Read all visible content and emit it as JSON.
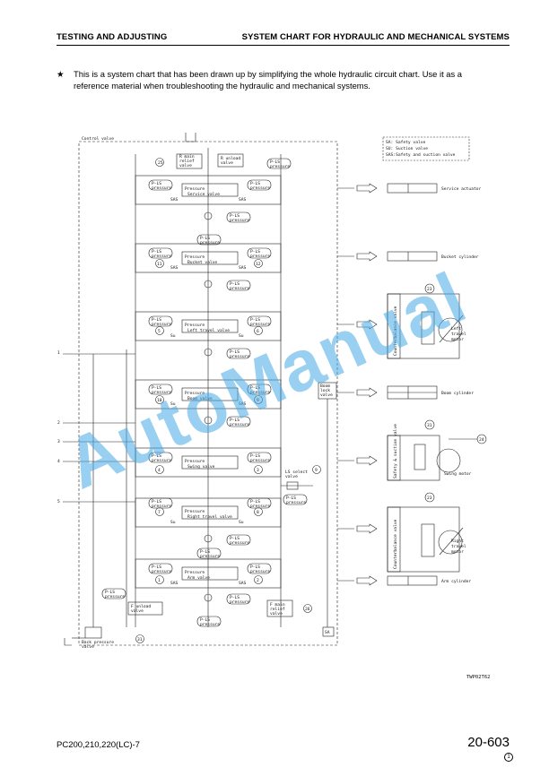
{
  "header": {
    "left": "TESTING AND ADJUSTING",
    "right": "SYSTEM CHART FOR HYDRAULIC AND MECHANICAL SYSTEMS"
  },
  "note": {
    "star": "★",
    "line1": "This is a system chart that has been drawn up by simplifying the whole hydraulic circuit chart. Use it as a",
    "line2": "reference material when troubleshooting the hydraulic and mechanical systems."
  },
  "chart": {
    "control_valve": "Control valve",
    "r_main_relief": [
      "R main",
      "relief",
      "valve"
    ],
    "r_unload": [
      "R unload",
      "valve"
    ],
    "f_main_relief": [
      "F main",
      "relief",
      "valve"
    ],
    "f_unload": [
      "F unload",
      "valve"
    ],
    "back_pressure": [
      "Back pressure",
      "valve"
    ],
    "ls_select": [
      "LS select",
      "valve"
    ],
    "boom_lock": [
      "Boom",
      "lock",
      "valve"
    ],
    "legend": [
      "SA: Safety valve",
      "SU: Suction valve",
      "SAS:Safety and suction valve"
    ],
    "sa": "SA",
    "su": "Su",
    "sas": "SAS",
    "p_ls": "P-LS",
    "pressure": "pressure",
    "pc_valve": "Pressure",
    "spools": [
      "Service valve",
      "Bucket valve",
      "Left travel valve",
      "Boom valve",
      "Swing valve",
      "Right travel valve",
      "Arm valve"
    ],
    "actuators": [
      "Service actuator",
      "Bucket cylinder",
      "Boom cylinder",
      "Arm cylinder"
    ],
    "motors": {
      "left": [
        "Left",
        "travel",
        "motor"
      ],
      "swing": "Swing motor",
      "right": [
        "Right",
        "travel",
        "motor"
      ]
    },
    "counterbalance": "Counterbalance valve",
    "safety_suction": "Safety & suction valve",
    "ref_code": "TWP02T62",
    "port_numbers": [
      "1",
      "2",
      "3",
      "4",
      "5"
    ],
    "circle_refs": {
      "r25": "25",
      "r11": "11",
      "r12": "12",
      "r5": "5",
      "r6": "6",
      "r10": "10",
      "r9a": "9",
      "r4": "4",
      "r3": "3",
      "r9b": "9",
      "r7": "7",
      "r8": "8",
      "r1": "1",
      "r2": "2",
      "r26": "26",
      "r31": "31",
      "r23a": "23",
      "r31b": "31",
      "r24": "24",
      "r23b": "23"
    }
  },
  "footer": {
    "model": "PC200,210,220(LC)-7",
    "page": "20-603",
    "rev": "1"
  },
  "watermark": "AutoManual"
}
